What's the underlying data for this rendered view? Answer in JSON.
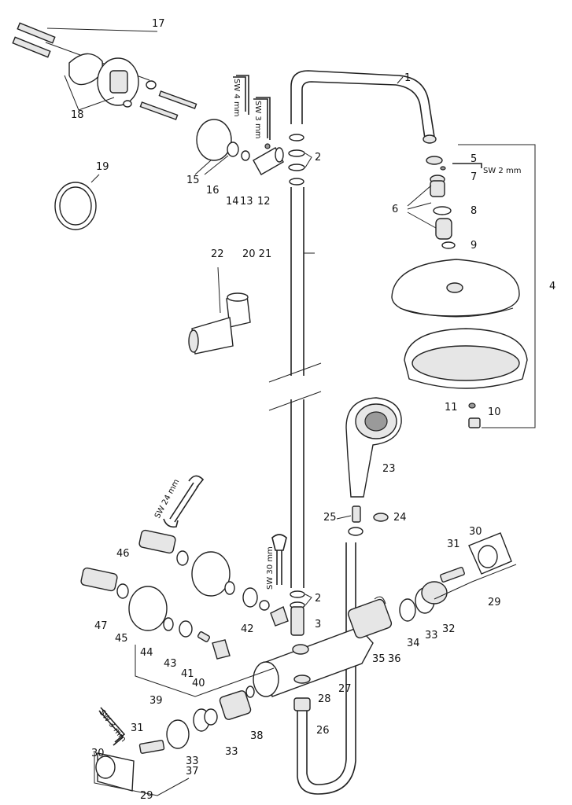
{
  "callouts": [
    "1",
    "2",
    "2",
    "3",
    "4",
    "5",
    "6",
    "7",
    "8",
    "9",
    "10",
    "11",
    "12",
    "13",
    "14",
    "15",
    "16",
    "17",
    "18",
    "19",
    "20 21",
    "22",
    "23",
    "24",
    "25",
    "26",
    "27",
    "28",
    "29",
    "29",
    "30",
    "30",
    "31",
    "31",
    "32",
    "33",
    "33",
    "33",
    "34",
    "35",
    "36",
    "37",
    "38",
    "39",
    "40",
    "41",
    "42",
    "43",
    "44",
    "45",
    "46",
    "47"
  ],
  "tools": {
    "sw4": "SW 4 mm",
    "sw3_top": "SW 3 mm",
    "sw2": "SW 2 mm",
    "sw24": "SW 24 mm",
    "sw30": "SW 30 mm",
    "sw3_bottom": "SW 3 mm"
  }
}
